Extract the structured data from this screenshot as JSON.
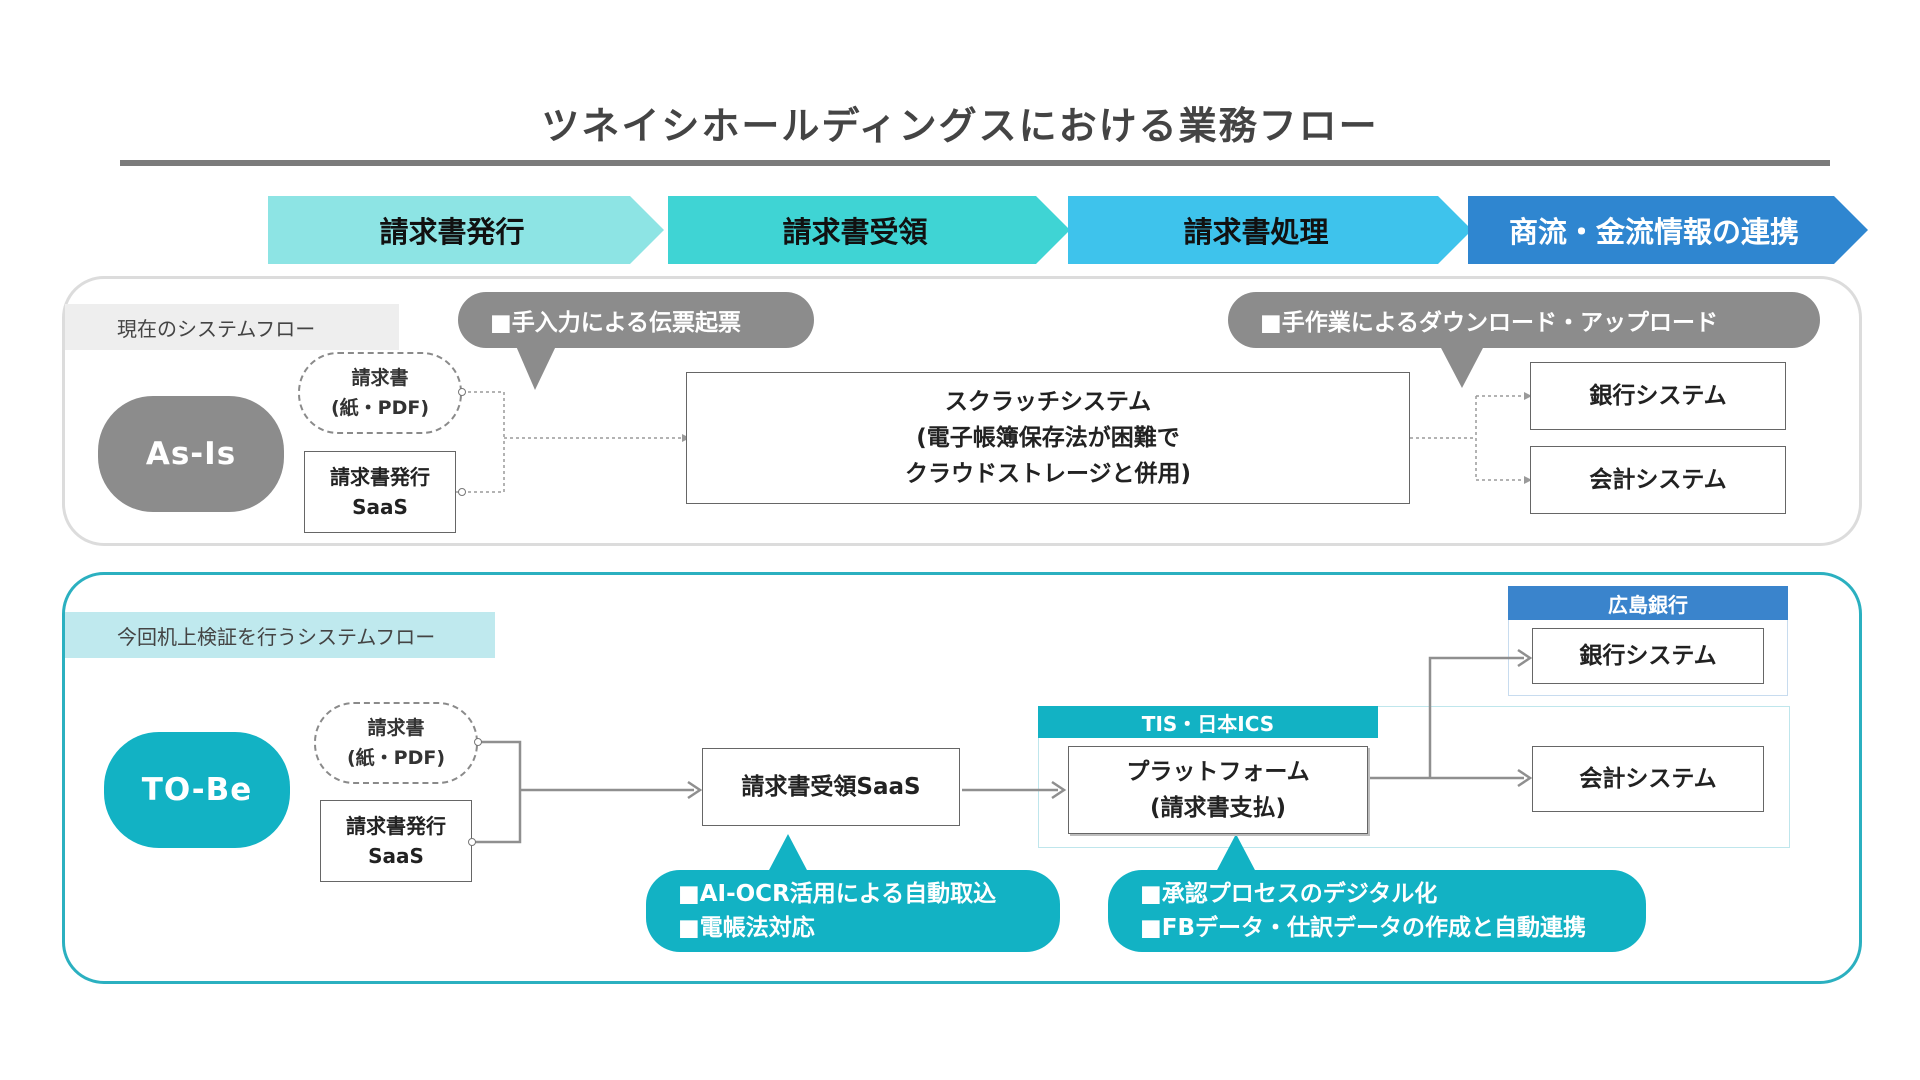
{
  "title": "ツネイシホールディングスにおける業務フロー",
  "stages": [
    "請求書発行",
    "請求書受領",
    "請求書処理",
    "商流・金流情報の連携"
  ],
  "asis": {
    "section_label": "現在のシステムフロー",
    "pill": "As-Is",
    "input_oval": {
      "line1": "請求書",
      "line2": "(紙・PDF)"
    },
    "input_box": {
      "line1": "請求書発行",
      "line2": "SaaS"
    },
    "callout_left": "■手入力による伝票起票",
    "callout_right": "■手作業によるダウンロード・アップロード",
    "scratch": {
      "line1": "スクラッチシステム",
      "line2": "(電子帳簿保存法が困難で",
      "line3": "クラウドストレージと併用)"
    },
    "bank_system": "銀行システム",
    "accounting_system": "会計システム"
  },
  "tobe": {
    "section_label": "今回机上検証を行うシステムフロー",
    "pill": "TO-Be",
    "input_oval": {
      "line1": "請求書",
      "line2": "(紙・PDF)"
    },
    "input_box": {
      "line1": "請求書発行",
      "line2": "SaaS"
    },
    "receipt_saas": "請求書受領SaaS",
    "tis_header": "TIS・日本ICS",
    "platform": {
      "line1": "プラットフォーム",
      "line2": "(請求書支払)"
    },
    "bank_header": "広島銀行",
    "bank_system": "銀行システム",
    "accounting_system": "会計システム",
    "callout_left": {
      "line1": "■AI-OCR活用による自動取込",
      "line2": "■電帳法対応"
    },
    "callout_right": {
      "line1": "■承認プロセスのデジタル化",
      "line2": "■FBデータ・仕訳データの作成と自動連携"
    }
  },
  "colors": {
    "stage1": "#8de4e4",
    "stage2": "#3fd4d4",
    "stage3": "#3ec3ec",
    "stage4": "#2f86d0",
    "teal": "#12b2c4",
    "bank_blue": "#3a84cc",
    "grey_pill": "#8c8c8c"
  }
}
